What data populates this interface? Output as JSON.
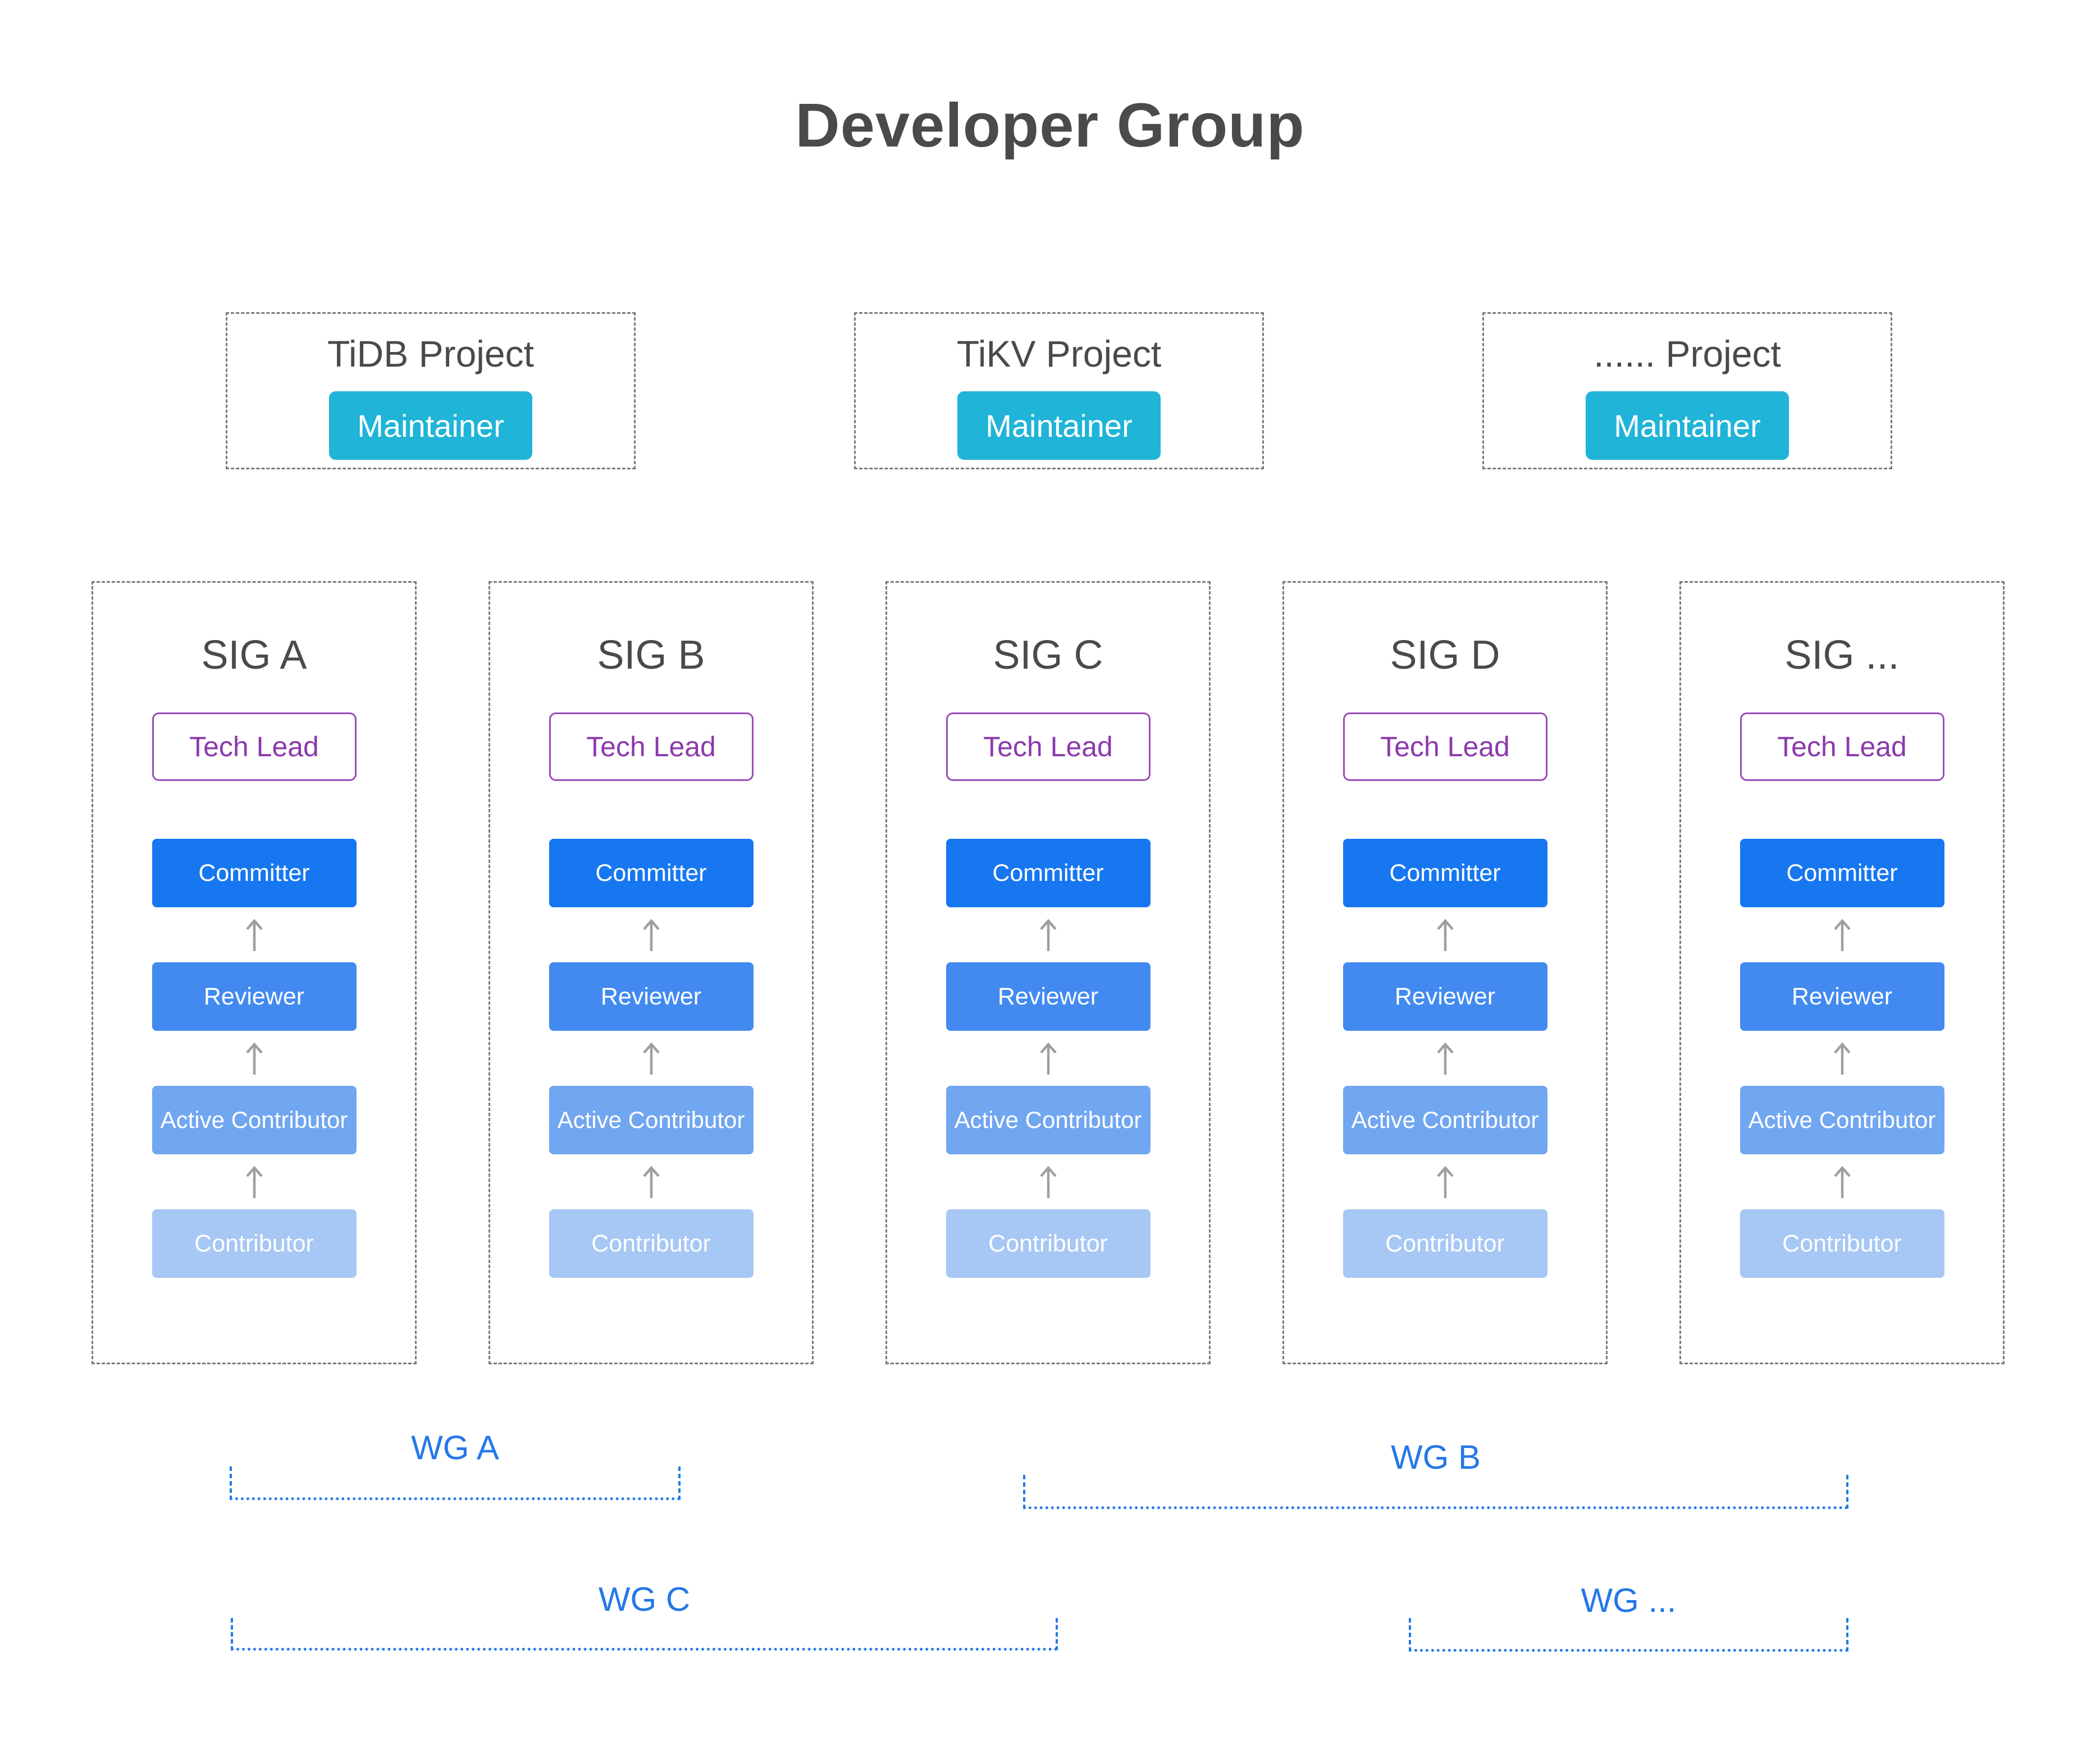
{
  "title": "Developer Group",
  "projects": [
    {
      "name": "TiDB Project",
      "role": "Maintainer"
    },
    {
      "name": "TiKV Project",
      "role": "Maintainer"
    },
    {
      "name": "...... Project",
      "role": "Maintainer"
    }
  ],
  "sigs": [
    {
      "name": "SIG A",
      "tech_lead": "Tech Lead",
      "ladder": [
        "Committer",
        "Reviewer",
        "Active Contributor",
        "Contributor"
      ]
    },
    {
      "name": "SIG B",
      "tech_lead": "Tech Lead",
      "ladder": [
        "Committer",
        "Reviewer",
        "Active Contributor",
        "Contributor"
      ]
    },
    {
      "name": "SIG C",
      "tech_lead": "Tech Lead",
      "ladder": [
        "Committer",
        "Reviewer",
        "Active Contributor",
        "Contributor"
      ]
    },
    {
      "name": "SIG D",
      "tech_lead": "Tech Lead",
      "ladder": [
        "Committer",
        "Reviewer",
        "Active Contributor",
        "Contributor"
      ]
    },
    {
      "name": "SIG ...",
      "tech_lead": "Tech Lead",
      "ladder": [
        "Committer",
        "Reviewer",
        "Active Contributor",
        "Contributor"
      ]
    }
  ],
  "working_groups": [
    {
      "label": "WG A"
    },
    {
      "label": "WG B"
    },
    {
      "label": "WG C"
    },
    {
      "label": "WG ..."
    }
  ],
  "icons": {
    "arrow_up": "↑"
  },
  "colors": {
    "heading_text": "#4A4A4A",
    "dashed_border": "#7B7B7B",
    "maintainer_bg": "#1FB4D8",
    "tech_lead_text": "#8C39AC",
    "tech_lead_border": "#9A4CB8",
    "committer_bg": "#1777F1",
    "reviewer_bg": "#428AF0",
    "active_contributor_bg": "#71A6F1",
    "contributor_bg": "#A7C7F4",
    "arrow": "#9E9FA1",
    "working_group": "#2478E8"
  }
}
